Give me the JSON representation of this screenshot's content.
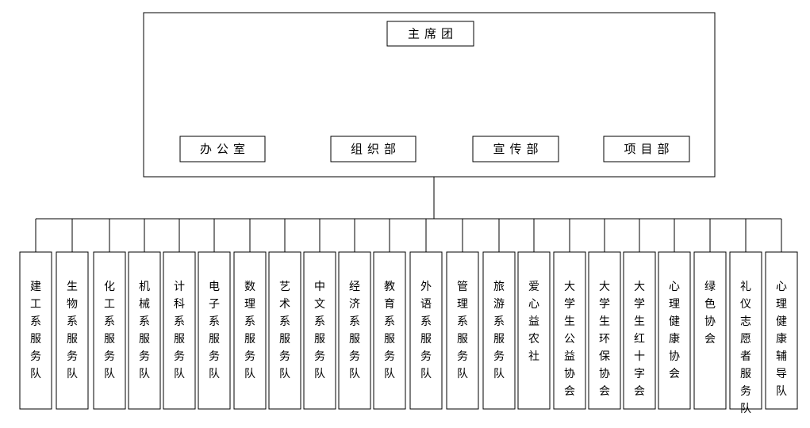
{
  "top": {
    "label": "主席团"
  },
  "departments": [
    "办公室",
    "组织部",
    "宣传部",
    "项目部"
  ],
  "teams": [
    "建工系服务队",
    "生物系服务队",
    "化工系服务队",
    "机械系服务队",
    "计科系服务队",
    "电子系服务队",
    "数理系服务队",
    "艺术系服务队",
    "中文系服务队",
    "经济系服务队",
    "教育系服务队",
    "外语系服务队",
    "管理系服务队",
    "旅游系服务队",
    "爱心益农社",
    "大学生公益协会",
    "大学生环保协会",
    "大学生红十字会",
    "心理健康协会",
    "绿色协会",
    "礼仪志愿者服务队",
    "心理健康辅导队"
  ]
}
